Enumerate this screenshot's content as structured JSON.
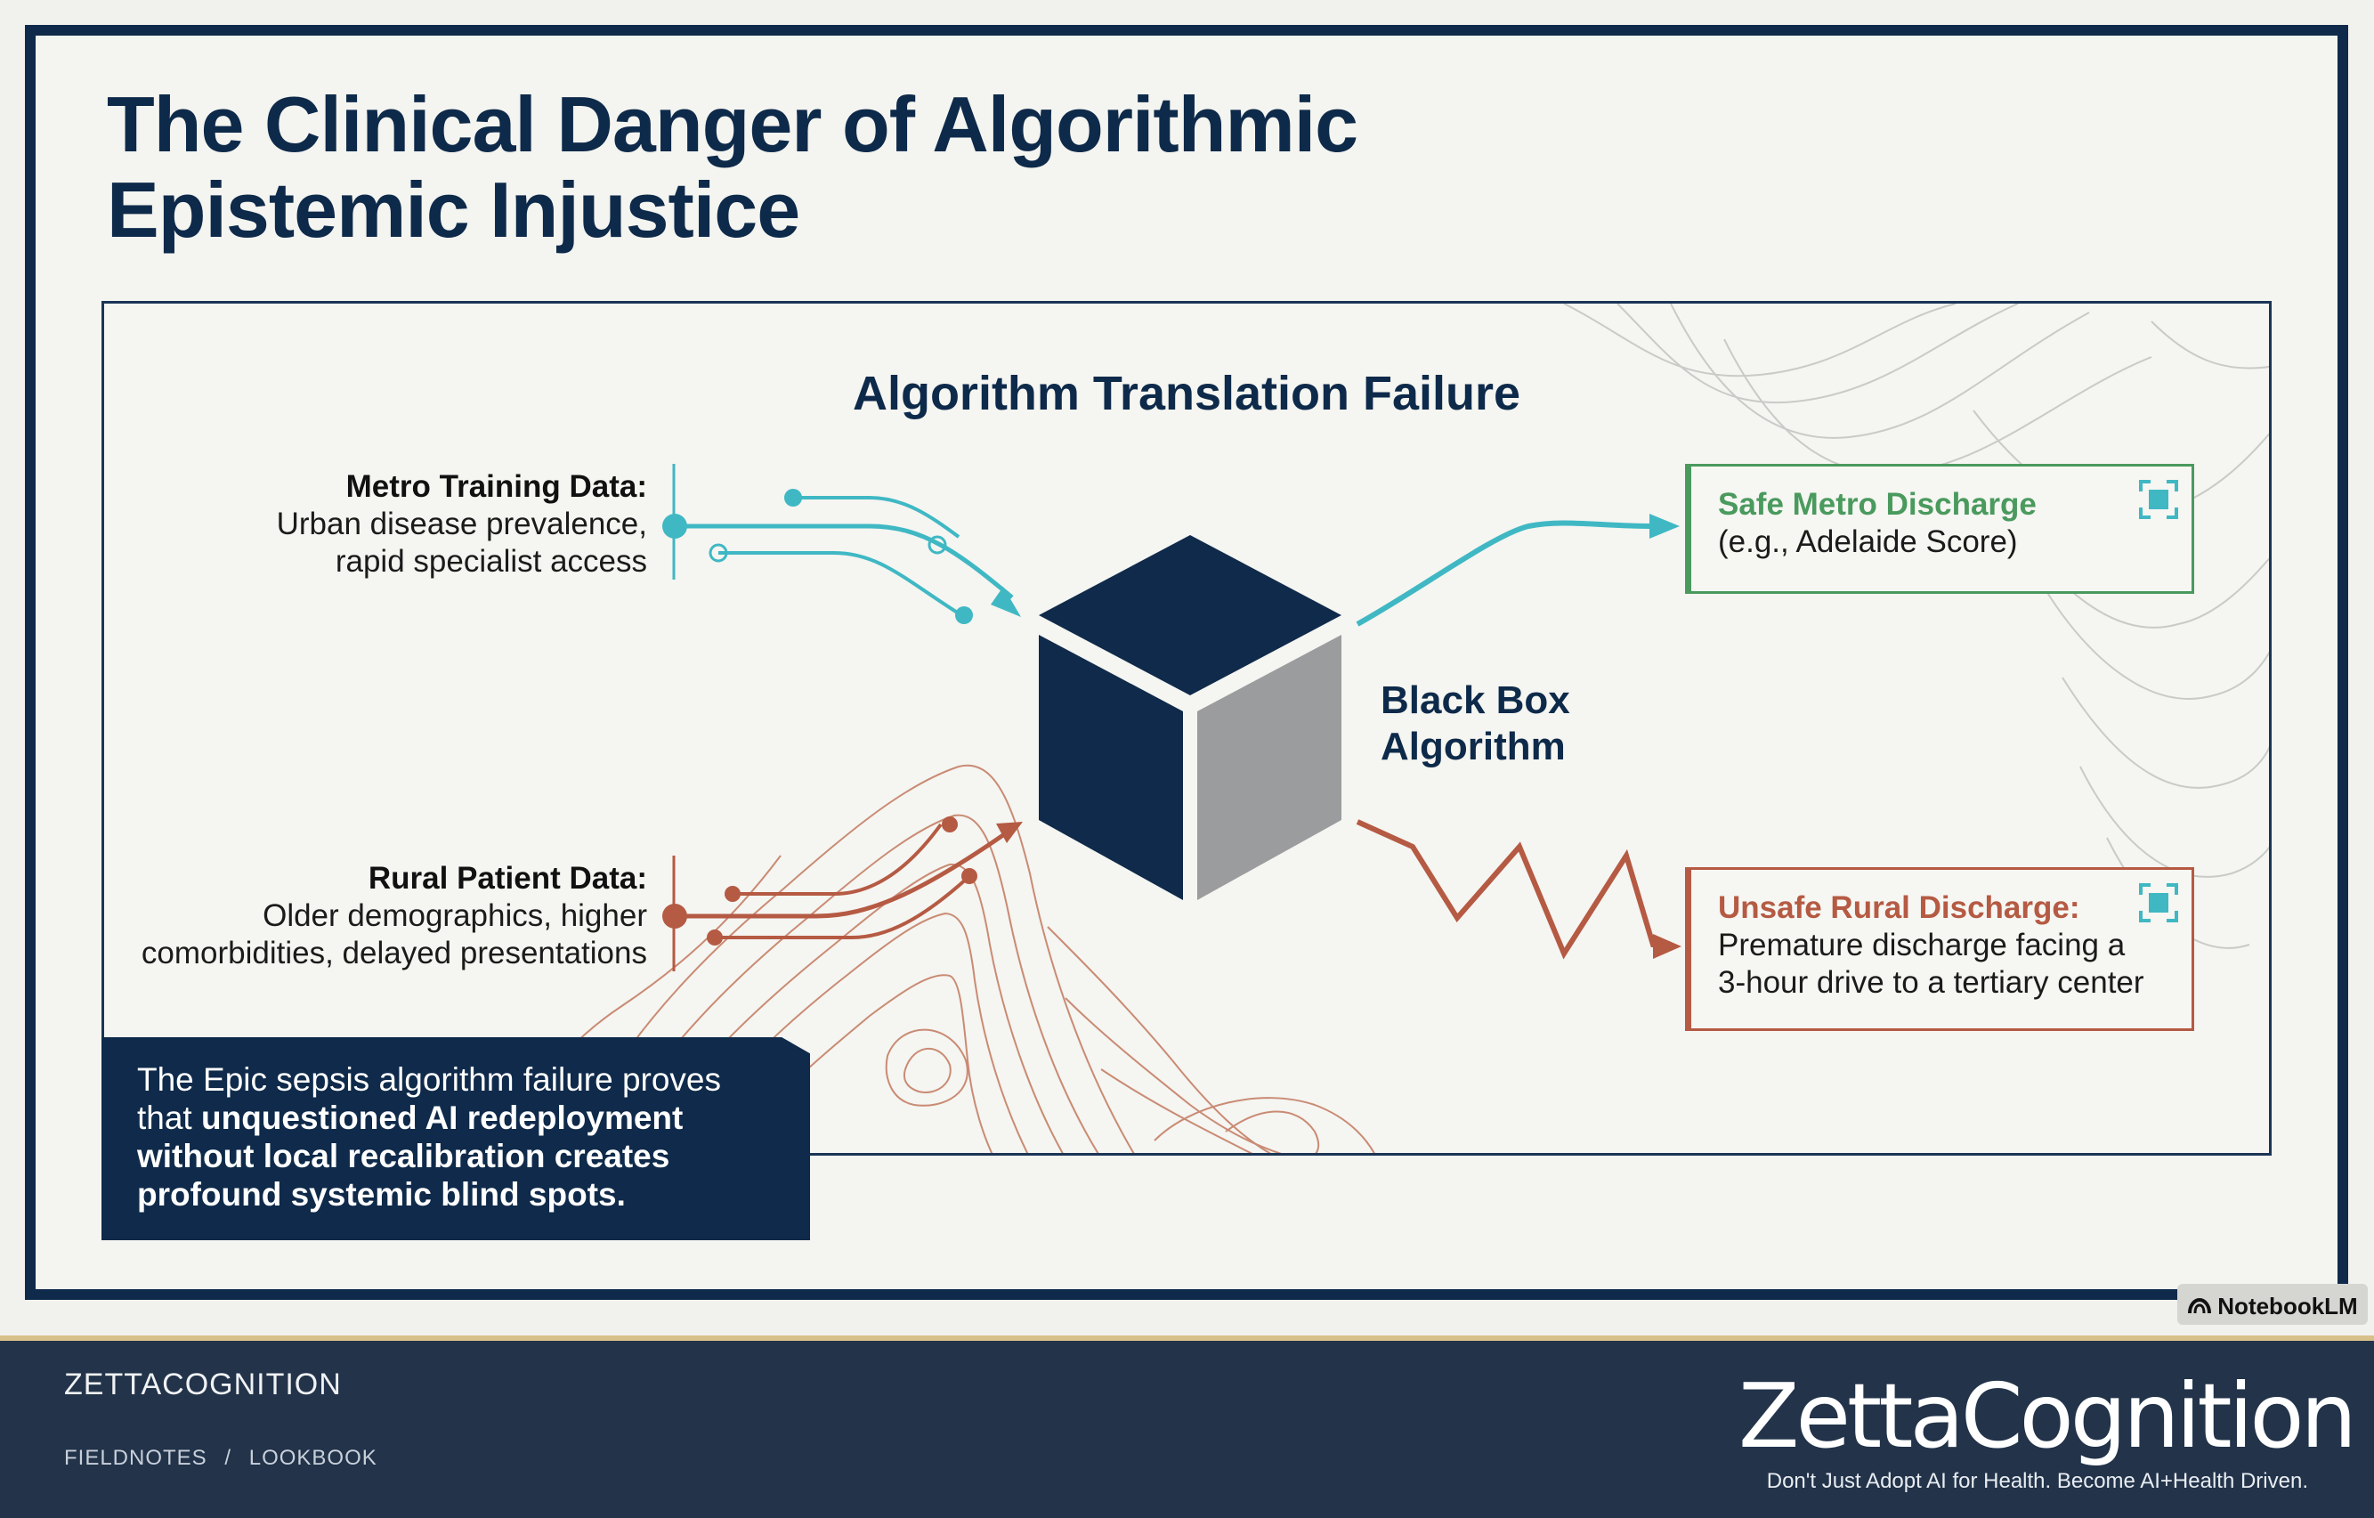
{
  "slide": {
    "title_line1": "The Clinical Danger of Algorithmic",
    "title_line2": "Epistemic Injustice"
  },
  "diagram": {
    "title": "Algorithm Translation Failure",
    "metro_input": {
      "heading": "Metro Training Data:",
      "line1": "Urban disease prevalence,",
      "line2": "rapid specialist access"
    },
    "rural_input": {
      "heading": "Rural Patient Data:",
      "line1": "Older demographics, higher",
      "line2": "comorbidities, delayed presentations"
    },
    "black_box": {
      "line1": "Black Box",
      "line2": "Algorithm"
    },
    "safe_output": {
      "heading": "Safe Metro Discharge",
      "detail": "(e.g., Adelaide Score)"
    },
    "unsafe_output": {
      "heading": "Unsafe Rural Discharge:",
      "line1": "Premature discharge facing a",
      "line2": "3-hour drive to a tertiary center"
    }
  },
  "callout": {
    "plain_lead": "The Epic sepsis algorithm failure proves",
    "plain_that": "that ",
    "bold_1": "unquestioned AI redeployment",
    "bold_2": "without local recalibration creates",
    "bold_3": "profound systemic blind spots."
  },
  "watermark": {
    "label": "NotebookLM"
  },
  "footer": {
    "brand": "ZETTACOGNITION",
    "crumb_1": "FIELDNOTES",
    "crumb_sep": "/",
    "crumb_2": "LOOKBOOK",
    "logo_text": "ZettaCognition",
    "tagline": "Don't Just Adopt AI for Health. Become AI+Health Driven."
  },
  "colors": {
    "navy": "#0f2a4a",
    "teal": "#3fb8c4",
    "rust": "#b55a43",
    "green": "#4a9a5e",
    "cube_gray": "#9a9c9e",
    "footer_bg": "#22334a"
  }
}
